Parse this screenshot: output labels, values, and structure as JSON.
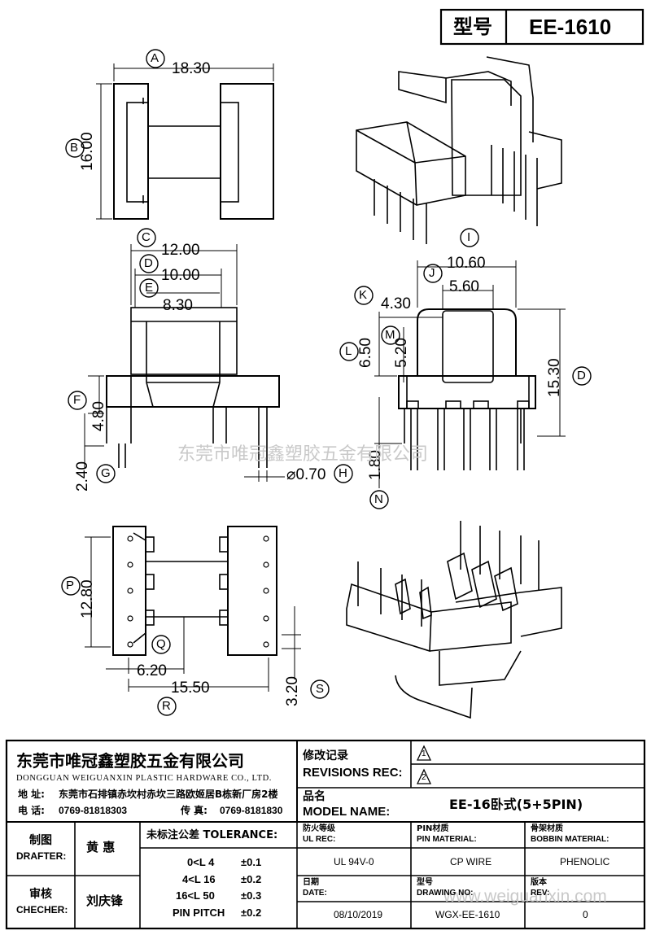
{
  "header": {
    "model_label": "型号",
    "model_value": "EE-1610"
  },
  "dims": {
    "A": "18.30",
    "B": "16.00",
    "C": "12.00",
    "D": "10.00",
    "E": "8.30",
    "F": "4.80",
    "G": "2.40",
    "H": "⌀0.70",
    "I": "10.60",
    "J": "5.60",
    "K": "4.30",
    "L": "6.50",
    "M": "5.20",
    "D2": "15.30",
    "N": "1.80",
    "P": "12.80",
    "Q": "6.20",
    "R": "15.50",
    "S": "3.20"
  },
  "markers": {
    "A": "A",
    "B": "B",
    "C": "C",
    "D": "D",
    "E": "E",
    "F": "F",
    "G": "G",
    "H": "H",
    "I": "I",
    "J": "J",
    "K": "K",
    "L": "L",
    "M": "M",
    "D2": "D",
    "N": "N",
    "P": "P",
    "Q": "Q",
    "R": "R",
    "S": "S"
  },
  "watermark": {
    "center": "东莞市唯冠鑫塑胶五金有限公司",
    "bottom": "www.weiguanxin.com"
  },
  "company": {
    "name_cn": "东莞市唯冠鑫塑胶五金有限公司",
    "name_en": "DONGGUAN WEIGUANXIN PLASTIC HARDWARE CO., LTD.",
    "address_label": "地 址:",
    "address": "东莞市石排镇赤坎村赤坎三路欧姬居B栋新厂房2楼",
    "phone_label": "电 话:",
    "phone": "0769-81818303",
    "fax_label": "传 真:",
    "fax": "0769-8181830"
  },
  "revisions": {
    "label_cn": "修改记录",
    "label_en": "REVISIONS REC:",
    "rev1": "1",
    "rev2": "2"
  },
  "model": {
    "label_cn": "品名",
    "label_en": "MODEL NAME:",
    "value": "EE-16卧式(5+5PIN)"
  },
  "drafter": {
    "label_cn": "制图",
    "label_en": "DRAFTER:",
    "name": "黄  惠"
  },
  "checker": {
    "label_cn": "审核",
    "label_en": "CHECHER:",
    "name": "刘庆锋"
  },
  "tolerance": {
    "title": "未标注公差 TOLERANCE:",
    "rows": [
      {
        "range": "0<L  4",
        "value": "±0.1"
      },
      {
        "range": "4<L  16",
        "value": "±0.2"
      },
      {
        "range": "16<L  50",
        "value": "±0.3"
      },
      {
        "range": "PIN PITCH",
        "value": "±0.2"
      }
    ]
  },
  "specs": {
    "fire_label_cn": "防火等级",
    "fire_label_en": "UL REC:",
    "fire_value": "UL 94V-0",
    "pin_label_cn": "PIN材质",
    "pin_label_en": "PIN MATERIAL:",
    "pin_value": "CP WIRE",
    "bobbin_label_cn": "骨架材质",
    "bobbin_label_en": "BOBBIN MATERIAL:",
    "bobbin_value": "PHENOLIC",
    "date_label_cn": "日期",
    "date_label_en": "DATE:",
    "date_value": "08/10/2019",
    "drawing_label_cn": "型号",
    "drawing_label_en": "DRAWING NO:",
    "drawing_value": "WGX-EE-1610",
    "rev_label_cn": "版本",
    "rev_label_en": "REV:",
    "rev_value": "0"
  }
}
